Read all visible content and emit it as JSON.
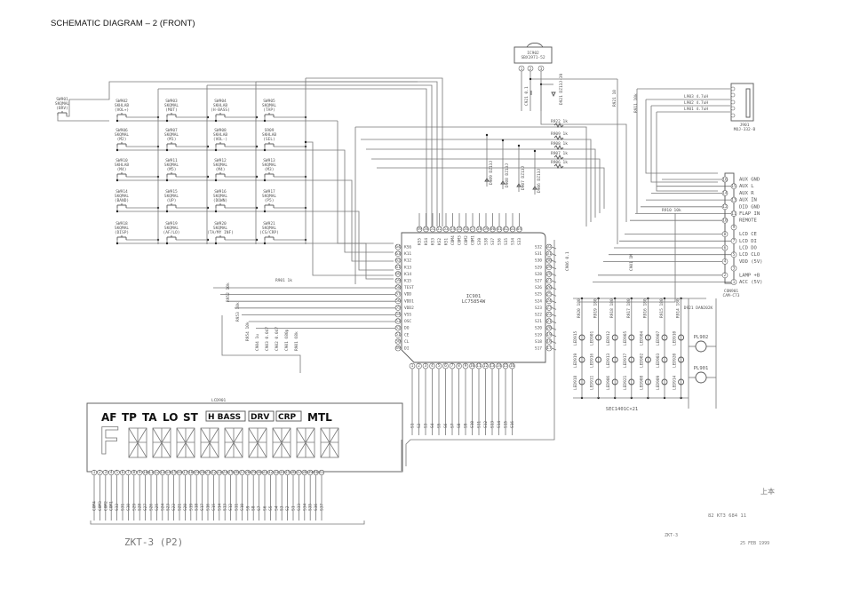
{
  "title": "SCHEMATIC  DIAGRAM – 2 (FRONT)",
  "switches": [
    {
      "ref": "SW901",
      "type": "SKQMAL",
      "func": "(BRV)"
    },
    {
      "ref": "SW902",
      "type": "SKHLAB",
      "func": "(VOL+)"
    },
    {
      "ref": "SW903",
      "type": "SKQMAL",
      "func": "(MUT)"
    },
    {
      "ref": "SW904",
      "type": "SKHLAB",
      "func": "(H-BASS)"
    },
    {
      "ref": "SW905",
      "type": "SKQMAL",
      "func": "(TAP)"
    },
    {
      "ref": "SW906",
      "type": "SKQMAL",
      "func": "(M2)"
    },
    {
      "ref": "SW907",
      "type": "SKQMAL",
      "func": "(M1)"
    },
    {
      "ref": "SW908",
      "type": "SKHLAB",
      "func": "(VOL-)"
    },
    {
      "ref": "S909",
      "type": "SKHLAB",
      "func": "(SEL)"
    },
    {
      "ref": "SW910",
      "type": "SKHLAB",
      "func": "(M4)"
    },
    {
      "ref": "SW911",
      "type": "SKQMAL",
      "func": "(M5)"
    },
    {
      "ref": "SW912",
      "type": "SKQMAL",
      "func": "(M4)"
    },
    {
      "ref": "SW913",
      "type": "SKQMAL",
      "func": "(M3)"
    },
    {
      "ref": "SW914",
      "type": "SKQMAL",
      "func": "(BAND)"
    },
    {
      "ref": "SW915",
      "type": "SKQMAL",
      "func": "(UP)"
    },
    {
      "ref": "SW916",
      "type": "SKQMAL",
      "func": "(DOWN)"
    },
    {
      "ref": "SW917",
      "type": "SKQMAL",
      "func": "(P5)"
    },
    {
      "ref": "SW918",
      "type": "SKQMAL",
      "func": "(DISP)"
    },
    {
      "ref": "SW919",
      "type": "SKQMAL",
      "func": "(AF/LO)"
    },
    {
      "ref": "SW920",
      "type": "SKQMAL",
      "func": "(TA/MY INF)"
    },
    {
      "ref": "SW921",
      "type": "SKQMAL",
      "func": "(CS/CRP)"
    }
  ],
  "ic902": {
    "ref": "IC902",
    "part": "SBX1971-52"
  },
  "c921": "C921 0.1",
  "d921": "D921 DZ13J-39",
  "resistors_right": [
    "R922 1k",
    "R909 1k",
    "R908 1k",
    "R907 1k",
    "R906 1k"
  ],
  "r921": "R921 10",
  "r911": "R911 10k",
  "inductors": [
    "L903 4.7uH",
    "L902 4.7uH",
    "L901 4.7uH"
  ],
  "jack": {
    "ref": "J901",
    "part": "MOJ-332-B"
  },
  "zeners": [
    "D909 DZ13J",
    "D908 DZ13J",
    "D907 DZ13J",
    "D906 DZ13J"
  ],
  "ic901": {
    "ref": "IC901",
    "part": "LC75854W",
    "left_pins": [
      "KS6",
      "K11",
      "K12",
      "K13",
      "K14",
      "K15",
      "TEST",
      "VDD",
      "VDD1",
      "VDD2",
      "VSS",
      "OSC",
      "DO",
      "CE",
      "CL",
      "DI"
    ],
    "top_pins": [
      "KS5",
      "KS4",
      "KS3",
      "KS2",
      "KS1",
      "COM4",
      "COM3",
      "COM2",
      "COM1",
      "S39",
      "S38",
      "S37",
      "S36",
      "S35",
      "S34",
      "S33"
    ],
    "right_pins": [
      "S32",
      "S31",
      "S30",
      "S29",
      "S28",
      "S27",
      "S26",
      "S25",
      "S24",
      "S23",
      "S22",
      "S21",
      "S20",
      "S19",
      "S18",
      "S17"
    ],
    "bottom_pins": [
      "S1",
      "S2",
      "S3",
      "S4",
      "S5",
      "S6",
      "S7",
      "S8",
      "S9",
      "S10",
      "S11",
      "S12",
      "S13",
      "S14",
      "S15",
      "S16"
    ]
  },
  "connector": {
    "ref": "CON901",
    "part": "CAM-C73",
    "labels": [
      "AUX GND",
      "AUX L",
      "AUX R",
      "AUX IN",
      "DID GND",
      "FLAP IN",
      "REMOTE",
      "",
      "LCD CE",
      "LCD DI",
      "LCD DO",
      "LCD CLO",
      "VDD (5V)",
      "",
      "LAMP +B",
      "ACC (5V)"
    ]
  },
  "r910": "R910 10k",
  "c906": "C906 0.1",
  "c901": "C901 1M",
  "r901": "R901 1k",
  "left_passives": [
    "R952 10k",
    "R953 10k",
    "R954 10k",
    "C904 1u",
    "C903 0.047",
    "C902 0.047",
    "C901 680p",
    "R901 68k"
  ],
  "leds": {
    "resistors": [
      "R920 180",
      "R919 180",
      "R918 180",
      "R917 180",
      "R916 180",
      "R915 180",
      "R914 180"
    ],
    "row1": [
      "LED915",
      "LED901",
      "LED912",
      "LED905",
      "LED904",
      "LED907",
      "LED910"
    ],
    "row2": [
      "LED919",
      "LED916",
      "LED913",
      "LED917",
      "LED902",
      "LED903",
      "LED920"
    ],
    "row3": [
      "LED918",
      "LED911",
      "LED906",
      "LED921",
      "LED908",
      "LED909",
      "LED914"
    ],
    "array": "SEC1401C×21",
    "diode": "D921 DAN202K"
  },
  "lamps": [
    "PL902",
    "PL901"
  ],
  "lcd": {
    "ref": "LCD901",
    "indicators": [
      "AF",
      "TP",
      "TA",
      "LO",
      "ST"
    ],
    "boxed": [
      "H BASS",
      "DRV",
      "CRP"
    ],
    "mtl": "MTL",
    "first_char": "F",
    "pin_labels": [
      "COM4",
      "COM3",
      "COM2",
      "COM1",
      "S32",
      "S31",
      "S30",
      "S29",
      "S28",
      "S27",
      "S26",
      "S25",
      "S24",
      "S23",
      "S22",
      "S21",
      "S20",
      "S19",
      "S18",
      "S17",
      "S16",
      "S15",
      "S14",
      "S13",
      "S12",
      "S11",
      "S10",
      "S9",
      "S8",
      "S7",
      "S6",
      "S5",
      "S4",
      "S3",
      "S2",
      "S1",
      "S33",
      "S34",
      "S35",
      "S36",
      "S37"
    ]
  },
  "footer": {
    "sheet": "ZKT-3  (P2)",
    "japanese": "上本",
    "code": "82  KT3  684  11",
    "small_ref": "ZKT-3",
    "date": "25 FEB 1999"
  }
}
